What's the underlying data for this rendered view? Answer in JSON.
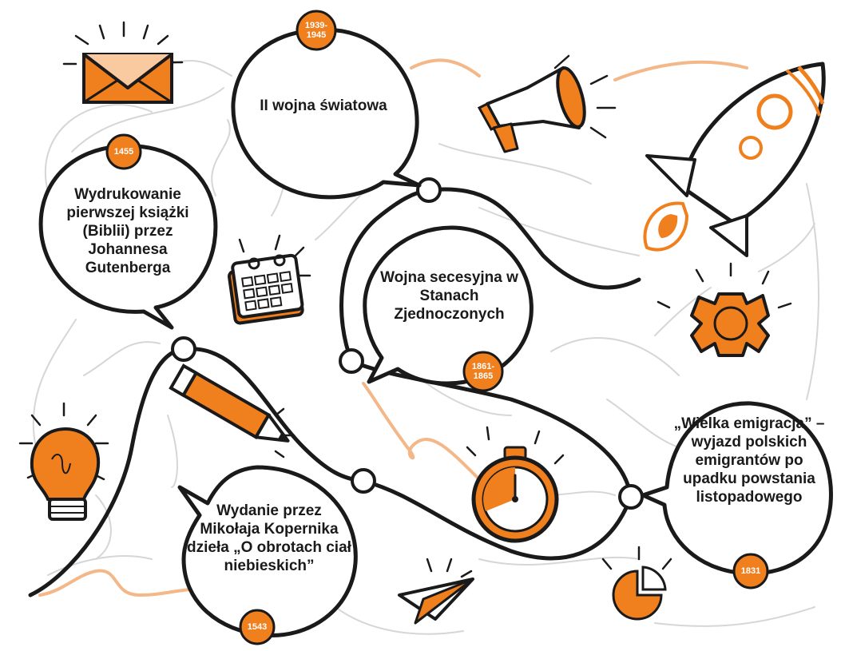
{
  "colors": {
    "accent": "#f07f1e",
    "ink": "#1a1a1a",
    "faint": "#d9d9d9"
  },
  "events": [
    {
      "id": "gutenberg",
      "year": "1455",
      "text": "Wydrukowanie pierwszej książki (Biblii) przez Johannesa Gutenberga"
    },
    {
      "id": "ww2",
      "year": "1939-\n1945",
      "text": "II wojna światowa"
    },
    {
      "id": "civil-war",
      "year": "1861-\n1865",
      "text": "Wojna secesyjna w Stanach Zjednoczonych"
    },
    {
      "id": "copernicus",
      "year": "1543",
      "text": "Wydanie przez Mikołaja Kopernika dzieła „O obrotach ciał niebieskich”"
    },
    {
      "id": "emigration",
      "year": "1831",
      "text": "„Wielka emigracja” – wyjazd polskich emigrantów po upadku powstania listopadowego"
    }
  ],
  "icons": [
    "envelope-icon",
    "megaphone-icon",
    "rocket-icon",
    "calendar-icon",
    "gear-icon",
    "pencil-icon",
    "lightbulb-icon",
    "stopwatch-icon",
    "paper-plane-icon",
    "pie-chart-icon"
  ]
}
